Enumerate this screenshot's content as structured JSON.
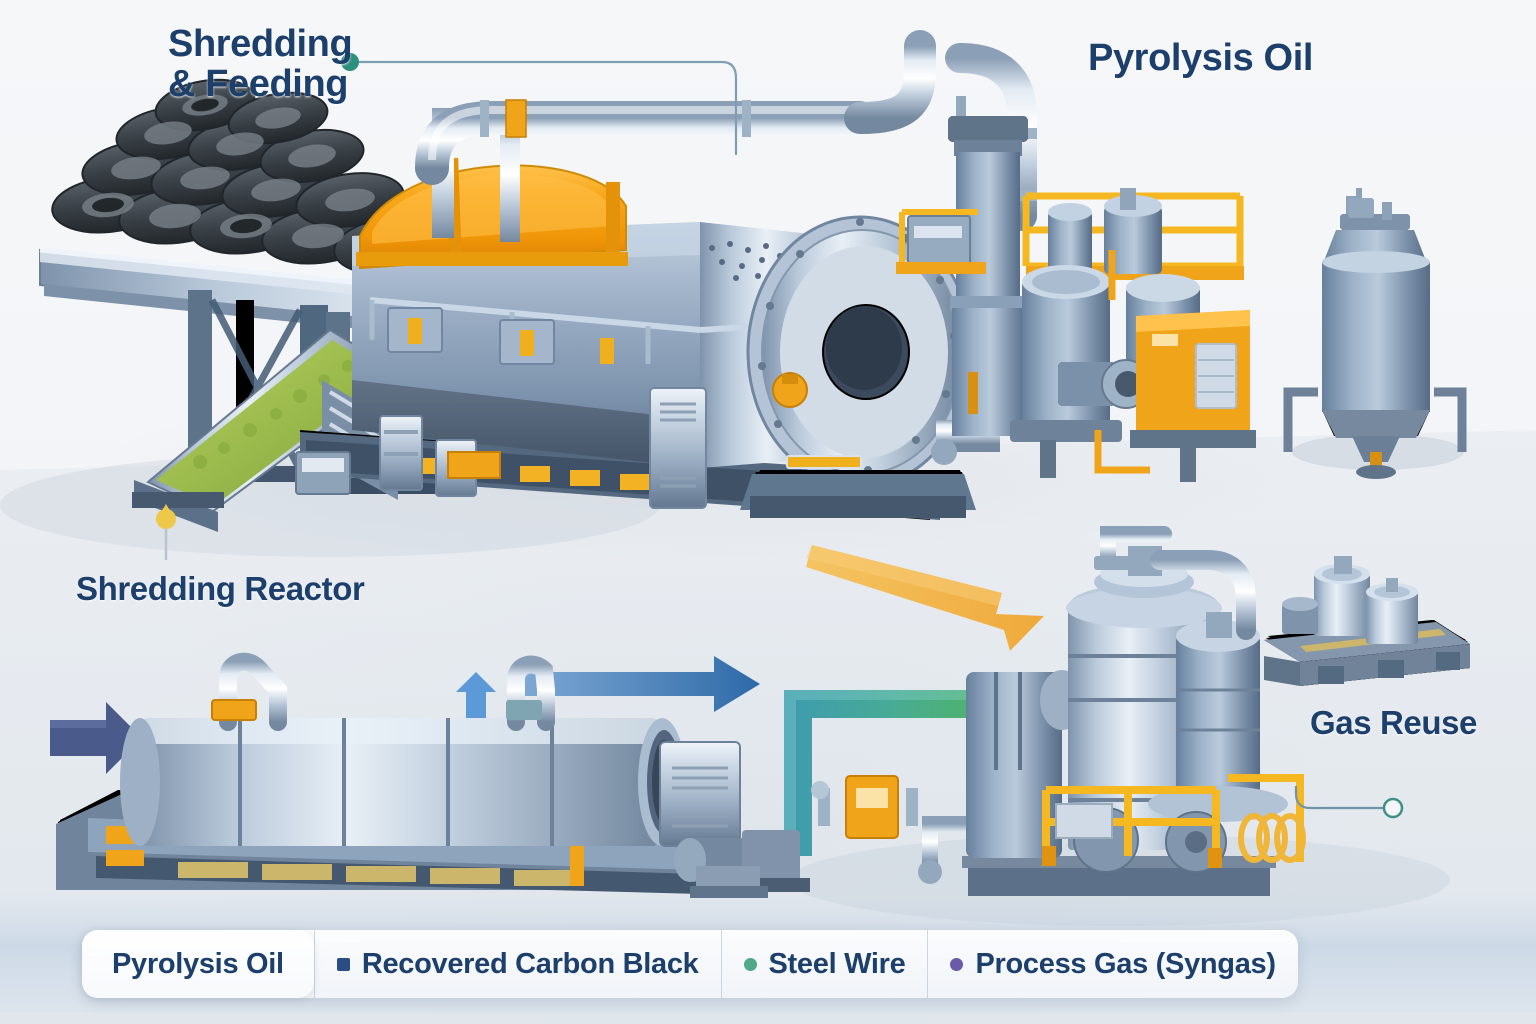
{
  "scene": {
    "title": "Tire Pyrolysis Plant Process Illustration",
    "background_color": "#f2f4f7",
    "label_color": "#1d3f6b"
  },
  "callouts": [
    {
      "id": "shredding-feeding",
      "text": "Shredding\n& Feeding",
      "dot_color": "#2f8f7e",
      "dot_style": "filled",
      "leader": "horizontal-then-down"
    },
    {
      "id": "pyrolysis-oil",
      "text": "Pyrolysis Oil",
      "dot_color": "none",
      "dot_style": "none",
      "leader": "none"
    },
    {
      "id": "shredding-reactor",
      "text": "Shredding Reactor",
      "dot_color": "#edc84a",
      "dot_style": "filled-pin",
      "leader": "vertical-up"
    },
    {
      "id": "gas-reuse",
      "text": "Gas Reuse",
      "dot_color": "#2f8f7e",
      "dot_style": "hollow",
      "leader": "left-then-down"
    }
  ],
  "legend": {
    "items": [
      {
        "label": "Pyrolysis Oil",
        "color": "#1d3f6b",
        "marker": "none"
      },
      {
        "label": "Recovered Carbon Black",
        "color": "#2a4d86",
        "marker": "square"
      },
      {
        "label": "Steel Wire",
        "color": "#4fa888",
        "marker": "dot"
      },
      {
        "label": "Process Gas (Syngas)",
        "color": "#6b5aa8",
        "marker": "dot"
      }
    ]
  },
  "flow_arrows": [
    {
      "id": "feed-inlet",
      "direction": "right",
      "color": "#4a5a8a",
      "section": "lower-left"
    },
    {
      "id": "recycle-up",
      "direction": "up",
      "color": "#5b9ad6",
      "section": "lower-middle"
    },
    {
      "id": "vapor-out",
      "direction": "right",
      "color": "#2f6fae",
      "section": "lower-middle"
    },
    {
      "id": "syngas-transfer",
      "direction": "right",
      "color": "#3ba07d",
      "section": "lower-right"
    },
    {
      "id": "oil-transfer",
      "direction": "down-right",
      "color": "#f0b54a",
      "section": "center"
    }
  ],
  "equipment": [
    {
      "id": "tire-feed-conveyor",
      "label": "Inclined tire feed conveyor",
      "section": "upper-left"
    },
    {
      "id": "tire-stack",
      "label": "Scrap tire stack",
      "section": "upper-left"
    },
    {
      "id": "shredded-chute",
      "label": "Shredded material chute",
      "section": "upper-left"
    },
    {
      "id": "pyrolysis-reactor",
      "label": "Horizontal pyrolysis reactor",
      "section": "upper-center"
    },
    {
      "id": "reactor-door",
      "label": "Bolted reactor access door",
      "section": "upper-center"
    },
    {
      "id": "condenser-column",
      "label": "Condenser column",
      "section": "upper-right"
    },
    {
      "id": "oil-separator-skid",
      "label": "Oil separator skid",
      "section": "upper-right"
    },
    {
      "id": "control-cabin",
      "label": "Control cabin",
      "section": "upper-right"
    },
    {
      "id": "oil-storage-tank",
      "label": "Pyrolysis oil storage tank",
      "section": "upper-right"
    },
    {
      "id": "secondary-reactor",
      "label": "Secondary reactor drum",
      "section": "lower-left"
    },
    {
      "id": "discharge-conveyor",
      "label": "Carbon black discharge unit",
      "section": "lower-center"
    },
    {
      "id": "gas-scrubber",
      "label": "Gas scrubber vessels",
      "section": "lower-right"
    },
    {
      "id": "drum-pallet",
      "label": "Product drums on pallet",
      "section": "lower-right"
    }
  ],
  "palette": {
    "steel_light": "#cfd9e4",
    "steel_mid": "#9fb1c6",
    "steel_dark": "#61748c",
    "blue_body": "#8ea4bd",
    "blue_deep": "#4d6party",
    "orange": "#f0a020",
    "yellow_rail": "#f5b820",
    "tire_black": "#3a3f44",
    "ground": "#dfe5eb"
  }
}
